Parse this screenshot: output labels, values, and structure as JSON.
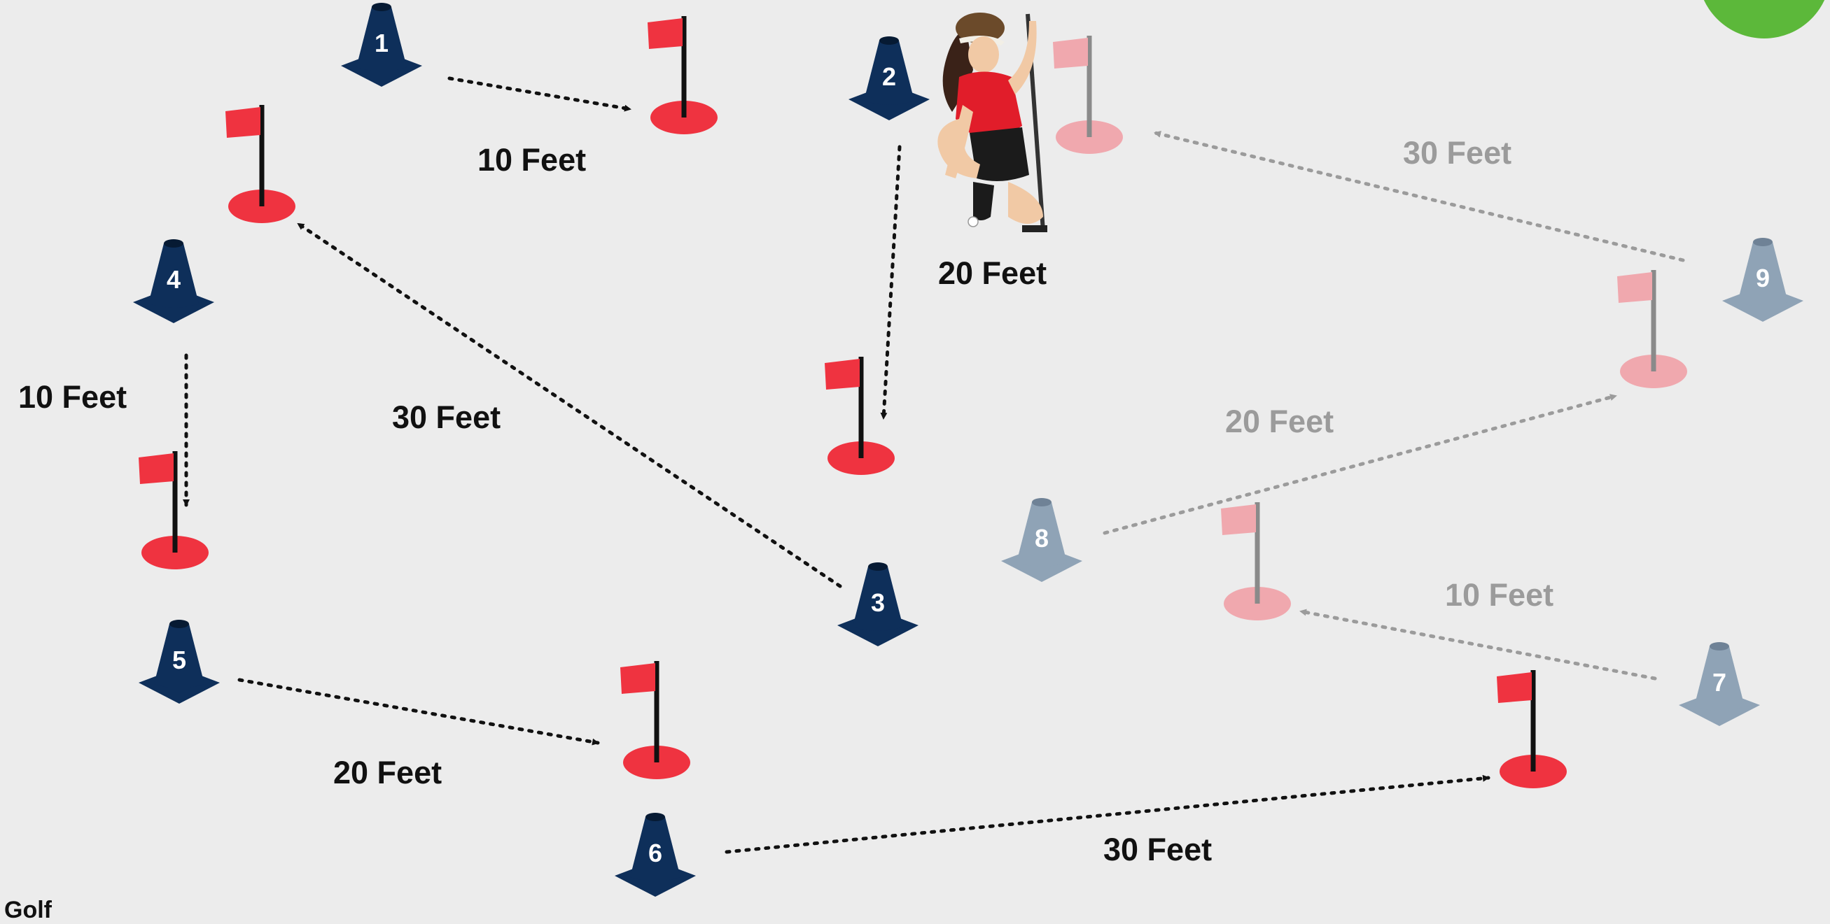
{
  "colors": {
    "background": "#ececec",
    "cone_active": "#0e2f5a",
    "cone_faded": "#8fa3b6",
    "flag_active": "#ef3340",
    "flag_faded": "#f0a8ae",
    "pole_active": "#111111",
    "pole_faded": "#8a8a8a",
    "text_active": "#111111",
    "text_faded": "#9b9b9b",
    "green_badge": "#5cb83a"
  },
  "stations": [
    {
      "number": "1",
      "distance": "10 Feet",
      "faded": false
    },
    {
      "number": "2",
      "distance": "20 Feet",
      "faded": false
    },
    {
      "number": "3",
      "distance": "30 Feet",
      "faded": false
    },
    {
      "number": "4",
      "distance": "10 Feet",
      "faded": false
    },
    {
      "number": "5",
      "distance": "20 Feet",
      "faded": false
    },
    {
      "number": "6",
      "distance": "30 Feet",
      "faded": false
    },
    {
      "number": "7",
      "distance": "10 Feet",
      "faded": true
    },
    {
      "number": "8",
      "distance": "20 Feet",
      "faded": true
    },
    {
      "number": "9",
      "distance": "30 Feet",
      "faded": true
    }
  ],
  "footer_text": "Golf",
  "icons": {
    "player": "golfer-reading-green-icon",
    "cone": "training-cone-icon",
    "hole": "flagstick-hole-icon",
    "badge": "green-circle-badge"
  }
}
